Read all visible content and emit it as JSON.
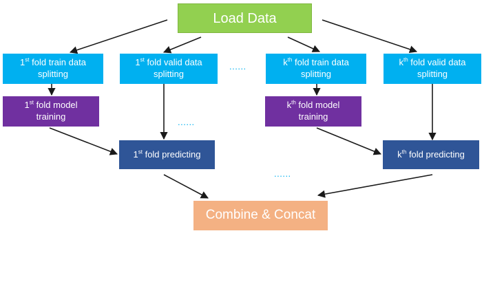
{
  "nodes": {
    "load_data": {
      "text": "Load Data"
    },
    "fold1_train_split": {
      "num": "1",
      "sup": "st",
      "rest": " fold train data",
      "line2": "splitting"
    },
    "fold1_valid_split": {
      "num": "1",
      "sup": "st",
      "rest": " fold valid data",
      "line2": "splitting"
    },
    "foldk_train_split": {
      "num": "k",
      "sup": "th",
      "rest": " fold train data",
      "line2": "splitting"
    },
    "foldk_valid_split": {
      "num": "k",
      "sup": "th",
      "rest": " fold valid data",
      "line2": "splitting"
    },
    "fold1_model_training": {
      "num": "1",
      "sup": "st",
      "rest": " fold model",
      "line2": "training"
    },
    "foldk_model_training": {
      "num": "k",
      "sup": "th",
      "rest": " fold model",
      "line2": "training"
    },
    "fold1_predicting": {
      "num": "1",
      "sup": "st",
      "rest": " fold predicting"
    },
    "foldk_predicting": {
      "num": "k",
      "sup": "th",
      "rest": " fold predicting"
    },
    "combine_concat": {
      "text": "Combine & Concat"
    }
  },
  "ellipsis": "......",
  "colors": {
    "load_data": "#92d050",
    "splitting": "#00b0f0",
    "training": "#7030a0",
    "predicting": "#2f5597",
    "combine": "#f4b183",
    "ellipsis": "#00b0f0",
    "arrow": "#1a1a1a"
  }
}
